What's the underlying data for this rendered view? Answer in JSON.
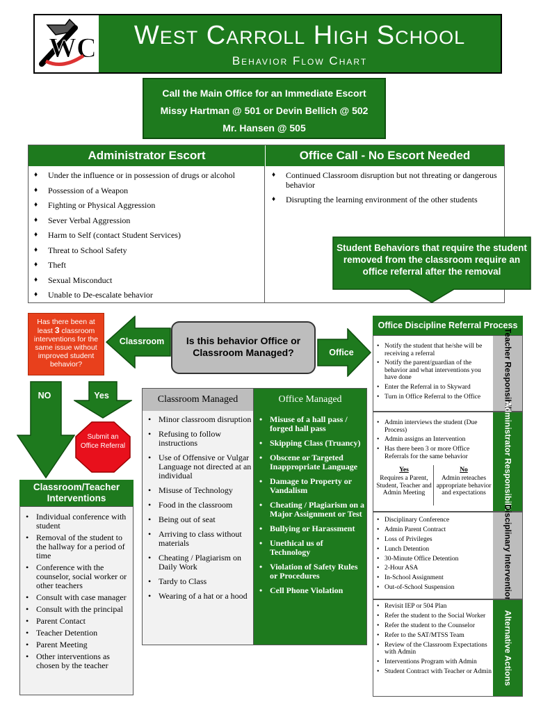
{
  "header": {
    "title": "West Carroll High School",
    "subtitle": "Behavior Flow Chart",
    "logo_text": "WC"
  },
  "contact": {
    "line1": "Call the Main Office for an Immediate Escort",
    "line2": "Missy Hartman @ 501 or Devin Bellich @ 502",
    "line3": "Mr. Hansen @ 505"
  },
  "top_table": {
    "admin_escort": {
      "heading": "Administrator Escort",
      "items": [
        "Under the influence or in possession of drugs or alcohol",
        "Possession of a Weapon",
        "Fighting or Physical Aggression",
        "Sever Verbal Aggression",
        "Harm to Self (contact Student Services)",
        "Threat to School Safety",
        "Theft",
        "Sexual Misconduct",
        "Unable to De-escalate behavior"
      ]
    },
    "office_call": {
      "heading": "Office Call - No Escort Needed",
      "items": [
        "Continued Classroom disruption but not threating or dangerous behavior",
        "Disrupting the learning environment of the other students"
      ]
    }
  },
  "callout": "Student Behaviors that require the student removed from the classroom require an office referral after the removal",
  "question_box": {
    "pre": "Has there been at least ",
    "num": "3",
    "post": " classroom interventions for the same issue without improved student behavior?"
  },
  "decision": "Is this behavior Office or Classroom Managed?",
  "arrows": {
    "classroom": "Classroom",
    "office": "Office",
    "no": "NO",
    "yes": "Yes"
  },
  "stop_sign": "Submit an Office Referral",
  "middle_table": {
    "classroom_heading": "Classroom Managed",
    "office_heading": "Office Managed",
    "classroom_items": [
      "Minor classroom disruption",
      "Refusing to follow instructions",
      "Use of Offensive or Vulgar Language not directed at an individual",
      "Misuse of Technology",
      "Food in the classroom",
      "Being out of seat",
      "Arriving to class without materials",
      "Cheating / Plagiarism on Daily Work",
      "Tardy to Class",
      "Wearing of a hat or a hood"
    ],
    "office_items": [
      "Misuse of a hall pass / forged hall pass",
      "Skipping Class (Truancy)",
      "Obscene or Targeted Inappropriate Language",
      "Damage to Property or Vandalism",
      "Cheating / Plagiarism on a Major Assignment or Test",
      "Bullying or Harassment",
      "Unethical us of Technology",
      "Violation of Safety Rules or Procedures",
      "Cell Phone Violation"
    ]
  },
  "interventions": {
    "heading": "Classroom/Teacher Interventions",
    "items": [
      "Individual conference with student",
      "Removal of the student to the hallway for a period of time",
      "Conference with the counselor, social worker or other teachers",
      "Consult with case manager",
      "Consult with the principal",
      "Parent Contact",
      "Teacher Detention",
      "Parent Meeting",
      "Other interventions as chosen by the teacher"
    ]
  },
  "odr": {
    "heading": "Office Discipline Referral Process",
    "teacher": {
      "side": "Teacher Responsibility",
      "items": [
        "Notify the student that he/she will be receiving a referral",
        "Notify the parent/guardian of the behavior and what interventions you have done",
        "Enter the Referral in to Skyward",
        "Turn in Office Referral to the Office"
      ]
    },
    "admin": {
      "side": "Administrator Responsibilities",
      "items": [
        "Admin interviews the student (Due Process)",
        "Admin assigns an Intervention",
        "Has there been 3 or more Office Referrals for the same behavior"
      ],
      "yes_label": "Yes",
      "yes_text": "Requires a Parent, Student, Teacher and Admin Meeting",
      "no_label": "No",
      "no_text": "Admin reteaches appropriate behavior and expectations"
    },
    "disciplinary": {
      "side": "Disciplinary Interventions",
      "items": [
        "Disciplinary Conference",
        "Admin Parent Contract",
        "Loss of Privileges",
        "Lunch Detention",
        "30-Minute Office Detention",
        "2-Hour ASA",
        "In-School Assignment",
        "Out-of-School Suspension"
      ]
    },
    "alternative": {
      "side": "Alternative Actions",
      "items": [
        "Revisit IEP or 504 Plan",
        "Refer the student to the Social Worker",
        "Refer the student to the Counselor",
        "Refer to the SAT/MTSS Team",
        "Review of the Classroom Expectations with Admin",
        "Interventions Program with Admin",
        "Student Contract with Teacher or Admin"
      ]
    }
  },
  "colors": {
    "green": "#1e7a1e",
    "red": "#e8401c",
    "gray": "#bdbdbd"
  }
}
